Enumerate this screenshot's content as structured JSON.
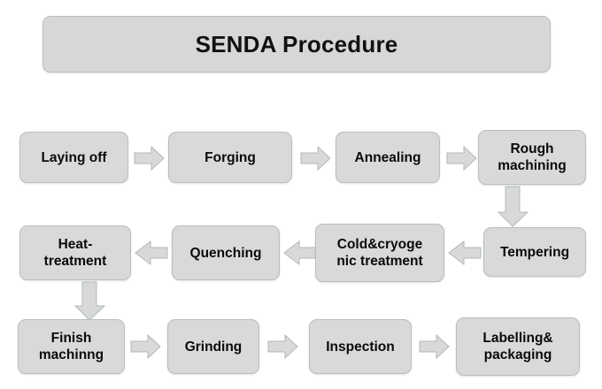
{
  "diagram": {
    "type": "flowchart",
    "title": "SENDA Procedure",
    "background_color": "#ffffff",
    "node_fill_color": "#d9d9d9",
    "node_border_color": "#b6bfbf",
    "arrow_fill_color": "#d9d9d9",
    "text_color": "#0a0a0a",
    "rows": [
      {
        "direction": "left-to-right",
        "nodes": [
          {
            "label": "Laying off"
          },
          {
            "label": "Forging"
          },
          {
            "label": "Annealing"
          },
          {
            "label": "Rough\nmachining"
          }
        ]
      },
      {
        "direction": "right-to-left",
        "nodes": [
          {
            "label": "Heat-\ntreatment"
          },
          {
            "label": "Quenching"
          },
          {
            "label": "Cold&cryoge\nnic treatment"
          },
          {
            "label": "Tempering"
          }
        ]
      },
      {
        "direction": "left-to-right",
        "nodes": [
          {
            "label": "Finish\nmachinng"
          },
          {
            "label": "Grinding"
          },
          {
            "label": "Inspection"
          },
          {
            "label": "Labelling&\npackaging"
          }
        ]
      }
    ],
    "connectors": [
      {
        "name": "arrow-laying-off-to-forging",
        "direction": "right"
      },
      {
        "name": "arrow-forging-to-annealing",
        "direction": "right"
      },
      {
        "name": "arrow-annealing-to-rough-machining",
        "direction": "right"
      },
      {
        "name": "arrow-rough-machining-to-tempering",
        "direction": "down"
      },
      {
        "name": "arrow-tempering-to-cold-cryogenic",
        "direction": "left"
      },
      {
        "name": "arrow-cold-cryogenic-to-quenching",
        "direction": "left"
      },
      {
        "name": "arrow-quenching-to-heat-treatment",
        "direction": "left"
      },
      {
        "name": "arrow-heat-treatment-to-finish-machining",
        "direction": "down"
      },
      {
        "name": "arrow-finish-machining-to-grinding",
        "direction": "right"
      },
      {
        "name": "arrow-grinding-to-inspection",
        "direction": "right"
      },
      {
        "name": "arrow-inspection-to-labelling",
        "direction": "right"
      }
    ]
  }
}
